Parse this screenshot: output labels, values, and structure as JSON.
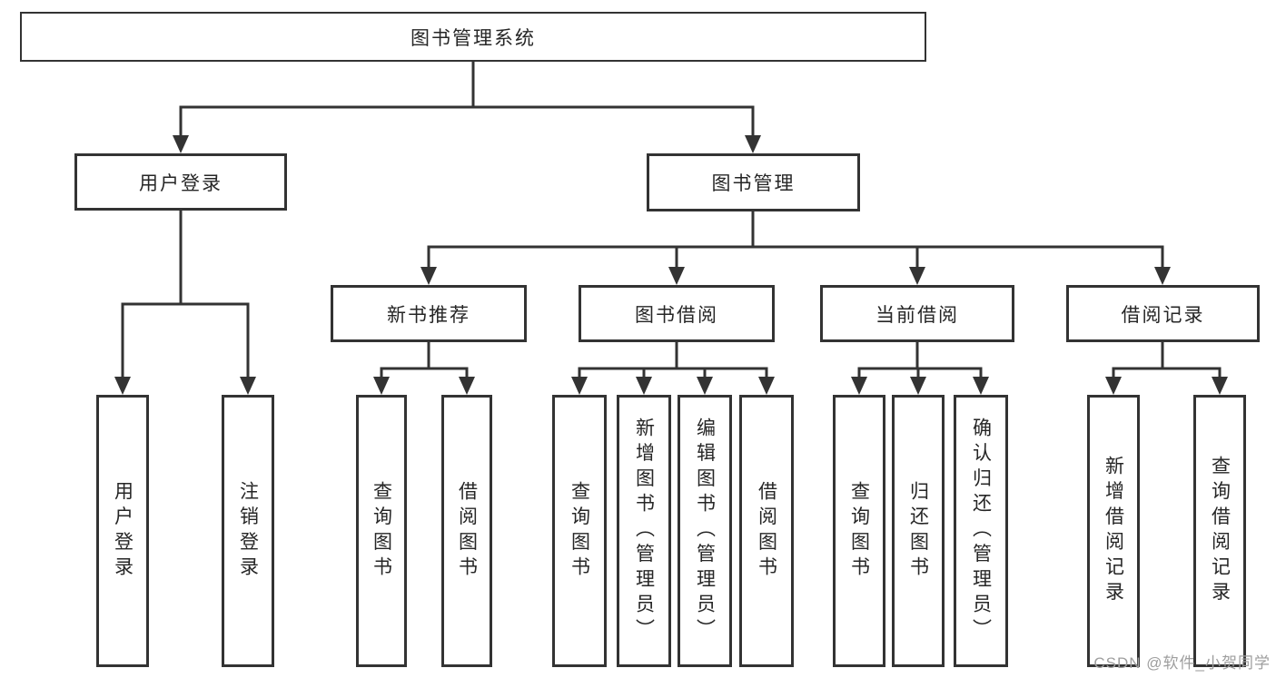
{
  "diagram": {
    "title": "图书管理系统",
    "level2": [
      {
        "label": "用户登录"
      },
      {
        "label": "图书管理"
      }
    ],
    "level3": [
      {
        "label": "新书推荐"
      },
      {
        "label": "图书借阅"
      },
      {
        "label": "当前借阅"
      },
      {
        "label": "借阅记录"
      }
    ],
    "leaves": [
      {
        "label": "用户登录"
      },
      {
        "label": "注销登录"
      },
      {
        "label": "查询图书"
      },
      {
        "label": "借阅图书"
      },
      {
        "label": "查询图书"
      },
      {
        "label": "新增图书（管理员）"
      },
      {
        "label": "编辑图书（管理员）"
      },
      {
        "label": "借阅图书"
      },
      {
        "label": "查询图书"
      },
      {
        "label": "归还图书"
      },
      {
        "label": "确认归还（管理员）"
      },
      {
        "label": "新增借阅记录"
      },
      {
        "label": "查询借阅记录"
      }
    ],
    "watermark": "CSDN @软件_小贺同学",
    "colors": {
      "line": "#333333",
      "border": "#333333",
      "background": "#ffffff",
      "text": "#262626",
      "watermark": "#9e9e9e"
    }
  }
}
